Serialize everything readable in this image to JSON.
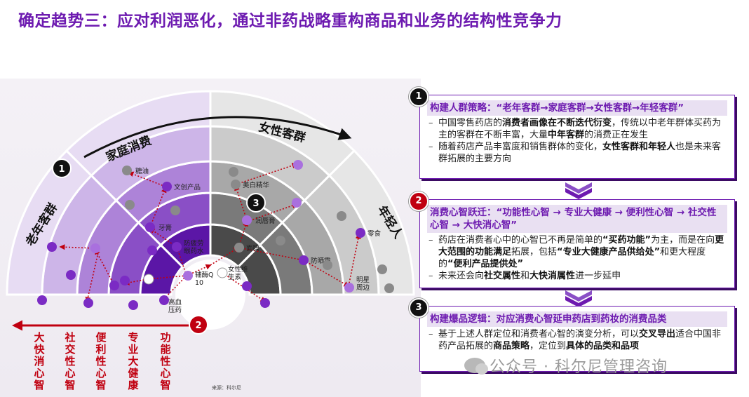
{
  "title": "确定趋势三：应对利润恶化，通过非药战略重构商品和业务的结构性竞争力",
  "diagram": {
    "segments": {
      "left": "老年客群",
      "top_left": "家庭消费",
      "top_right": "女性客群",
      "right": "年轻人"
    },
    "dot_labels": {
      "l1": "糖油",
      "l2": "文创产品",
      "l3": "牙膏",
      "l4": "防疲劳眼药水",
      "l5": "辅酶Q10",
      "l6": "高血压药",
      "r1": "美白精华",
      "r2": "润唇膏",
      "r3": "面膜",
      "r4": "女性维生素",
      "r5": "防晒霜",
      "r6": "零食",
      "r7": "明星周边"
    },
    "bottom_columns": [
      "大快消心智",
      "社交性心智",
      "便利性心智",
      "专业大健康",
      "功能性心智"
    ],
    "badges": {
      "b1": "1",
      "b2": "2",
      "b3": "3"
    },
    "source": "来源：科尔尼"
  },
  "cards": [
    {
      "num": "1",
      "head": "构建人群策略：“老年客群→家庭客群→女性客群→年轻客群”",
      "items": [
        [
          {
            "t": "中国零售药店的"
          },
          {
            "t": "消费者画像在不断迭代衍变",
            "b": true
          },
          {
            "t": "，传统以中老年群体买药为主的客群在不断丰富，大量"
          },
          {
            "t": "中年客群",
            "b": true
          },
          {
            "t": "的消费正在发生"
          }
        ],
        [
          {
            "t": "随着药店产品丰富度和销售群体的变化，"
          },
          {
            "t": "女性客群和年轻人",
            "b": true
          },
          {
            "t": "也是未来客群拓展的主要方向"
          }
        ]
      ]
    },
    {
      "num": "2",
      "head": "消费心智跃迁：“功能性心智 → 专业大健康 → 便利性心智 → 社交性心智 → 大快消心智”",
      "items": [
        [
          {
            "t": "药店在消费者心中的心智已不再是简单的"
          },
          {
            "t": "“买药功能”",
            "b": true
          },
          {
            "t": "为主，而是在向"
          },
          {
            "t": "更大范围的功能满足",
            "b": true
          },
          {
            "t": "拓展，包括"
          },
          {
            "t": "“专业大健康产品供给处”",
            "b": true
          },
          {
            "t": "和更大程度的"
          },
          {
            "t": "“便利产品提供处”",
            "b": true
          }
        ],
        [
          {
            "t": "未来还会向"
          },
          {
            "t": "社交属性",
            "b": true
          },
          {
            "t": "和"
          },
          {
            "t": "大快消属性",
            "b": true
          },
          {
            "t": "进一步延申"
          }
        ]
      ]
    },
    {
      "num": "3",
      "head": "构建爆品逻辑：对应消费心智延申药店到药妆的消费品类",
      "items": [
        [
          {
            "t": "基于上述人群定位和消费者心智的演变分析，可以"
          },
          {
            "t": "交叉导出",
            "b": true
          },
          {
            "t": "适合中国非药产品拓展的"
          },
          {
            "t": "商品策略",
            "b": true
          },
          {
            "t": "，定位到"
          },
          {
            "t": "具体的品类和品项",
            "b": true
          }
        ]
      ]
    }
  ],
  "watermark": "公众号 · 科尔尼管理咨询",
  "colors": {
    "accent": "#6d1ab0",
    "red": "#c00010",
    "ring_purple": [
      "#5b16a6",
      "#8a4fc6",
      "#ad83d8",
      "#cdb5e8",
      "#e7dcf3"
    ],
    "ring_gray": [
      "#4a4a4a",
      "#7a7a7a",
      "#a8a8a8",
      "#cbcbcb",
      "#e6e6e6"
    ]
  }
}
